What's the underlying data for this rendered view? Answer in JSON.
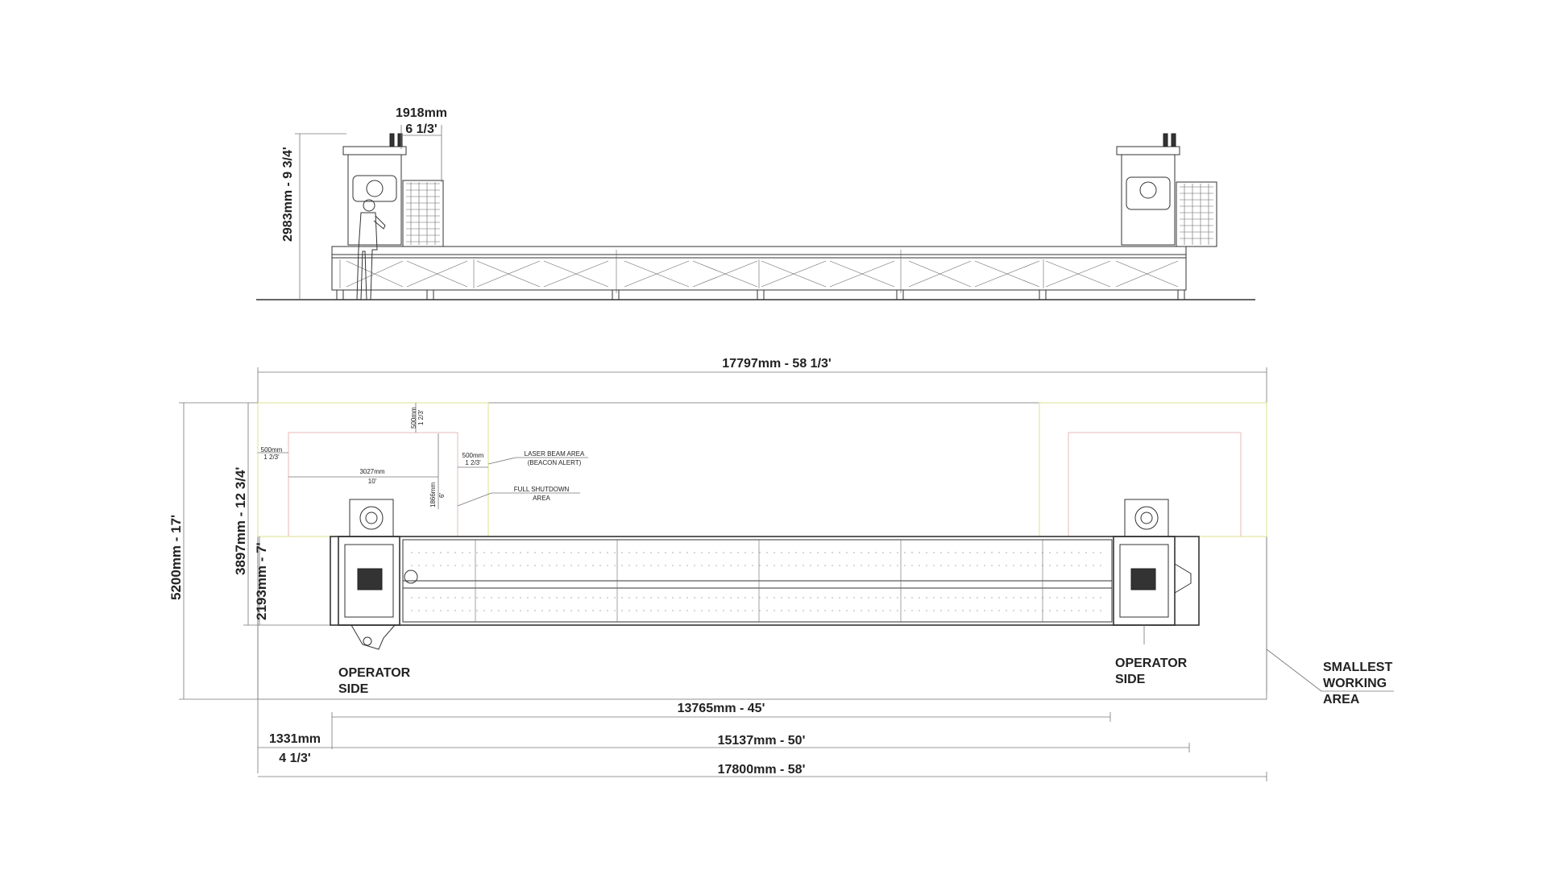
{
  "elevation": {
    "width_dim_mm": "1918mm",
    "width_dim_ft": "6 1/3'",
    "height_dim": "2983mm - 9 3/4'"
  },
  "plan": {
    "overall_length_top": "17797mm - 58 1/3'",
    "overall_width": "5200mm - 17'",
    "zone_width": "3897mm - 12 3/4'",
    "machine_width": "2193mm - 7'",
    "small_dims": {
      "d500_left_mm": "500mm",
      "d500_left_ft": "1 2/3'",
      "d3027_mm": "3027mm",
      "d3027_ft": "10'",
      "d500_top_mm": "500mm",
      "d500_top_ft": "1 2/3'",
      "d500_right_mm": "500mm",
      "d500_right_ft": "1 2/3'",
      "d1866_mm": "1866mm",
      "d1866_ft": "6'"
    },
    "labels": {
      "laser_line1": "LASER BEAM AREA",
      "laser_line2": "(BEACON ALERT)",
      "shutdown_line1": "FULL SHUTDOWN",
      "shutdown_line2": "AREA",
      "operator_left_line1": "OPERATOR",
      "operator_left_line2": "SIDE",
      "operator_right_line1": "OPERATOR",
      "operator_right_line2": "SIDE",
      "smallest_line1": "SMALLEST",
      "smallest_line2": "WORKING",
      "smallest_line3": "AREA"
    },
    "bottom_dims": {
      "d13765": "13765mm - 45'",
      "d1331_mm": "1331mm",
      "d1331_ft": "4 1/3'",
      "d15137": "15137mm - 50'",
      "d17800": "17800mm - 58'"
    }
  },
  "colors": {
    "line": "#333333",
    "zone_outline": "#e3e6a0",
    "shutdown_outline": "#e8b8b8"
  }
}
